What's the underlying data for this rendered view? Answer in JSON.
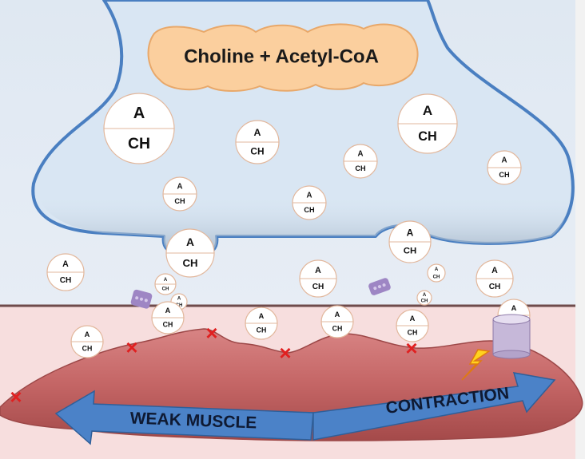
{
  "synthesis_label": "Choline + Acetyl-CoA",
  "molecule": {
    "top": "A",
    "bottom": "CH"
  },
  "arrow_left_label": "WEAK MUSCLE",
  "arrow_right_label": "CONTRACTION",
  "colors": {
    "terminal_fill": "#d9e6f3",
    "terminal_border": "#4a7fc1",
    "synthesis_fill": "#fbcf9e",
    "synthesis_stroke": "#e8a86a",
    "muscle_fill": "#c86b6b",
    "muscle_band": "#f7dede",
    "arrow_fill": "#4b82c8",
    "blocked_marker": "#e02020",
    "receptor_block": "#9e86c4",
    "lightning": "#ffd21f"
  },
  "blocked_receptor_marker": "×"
}
